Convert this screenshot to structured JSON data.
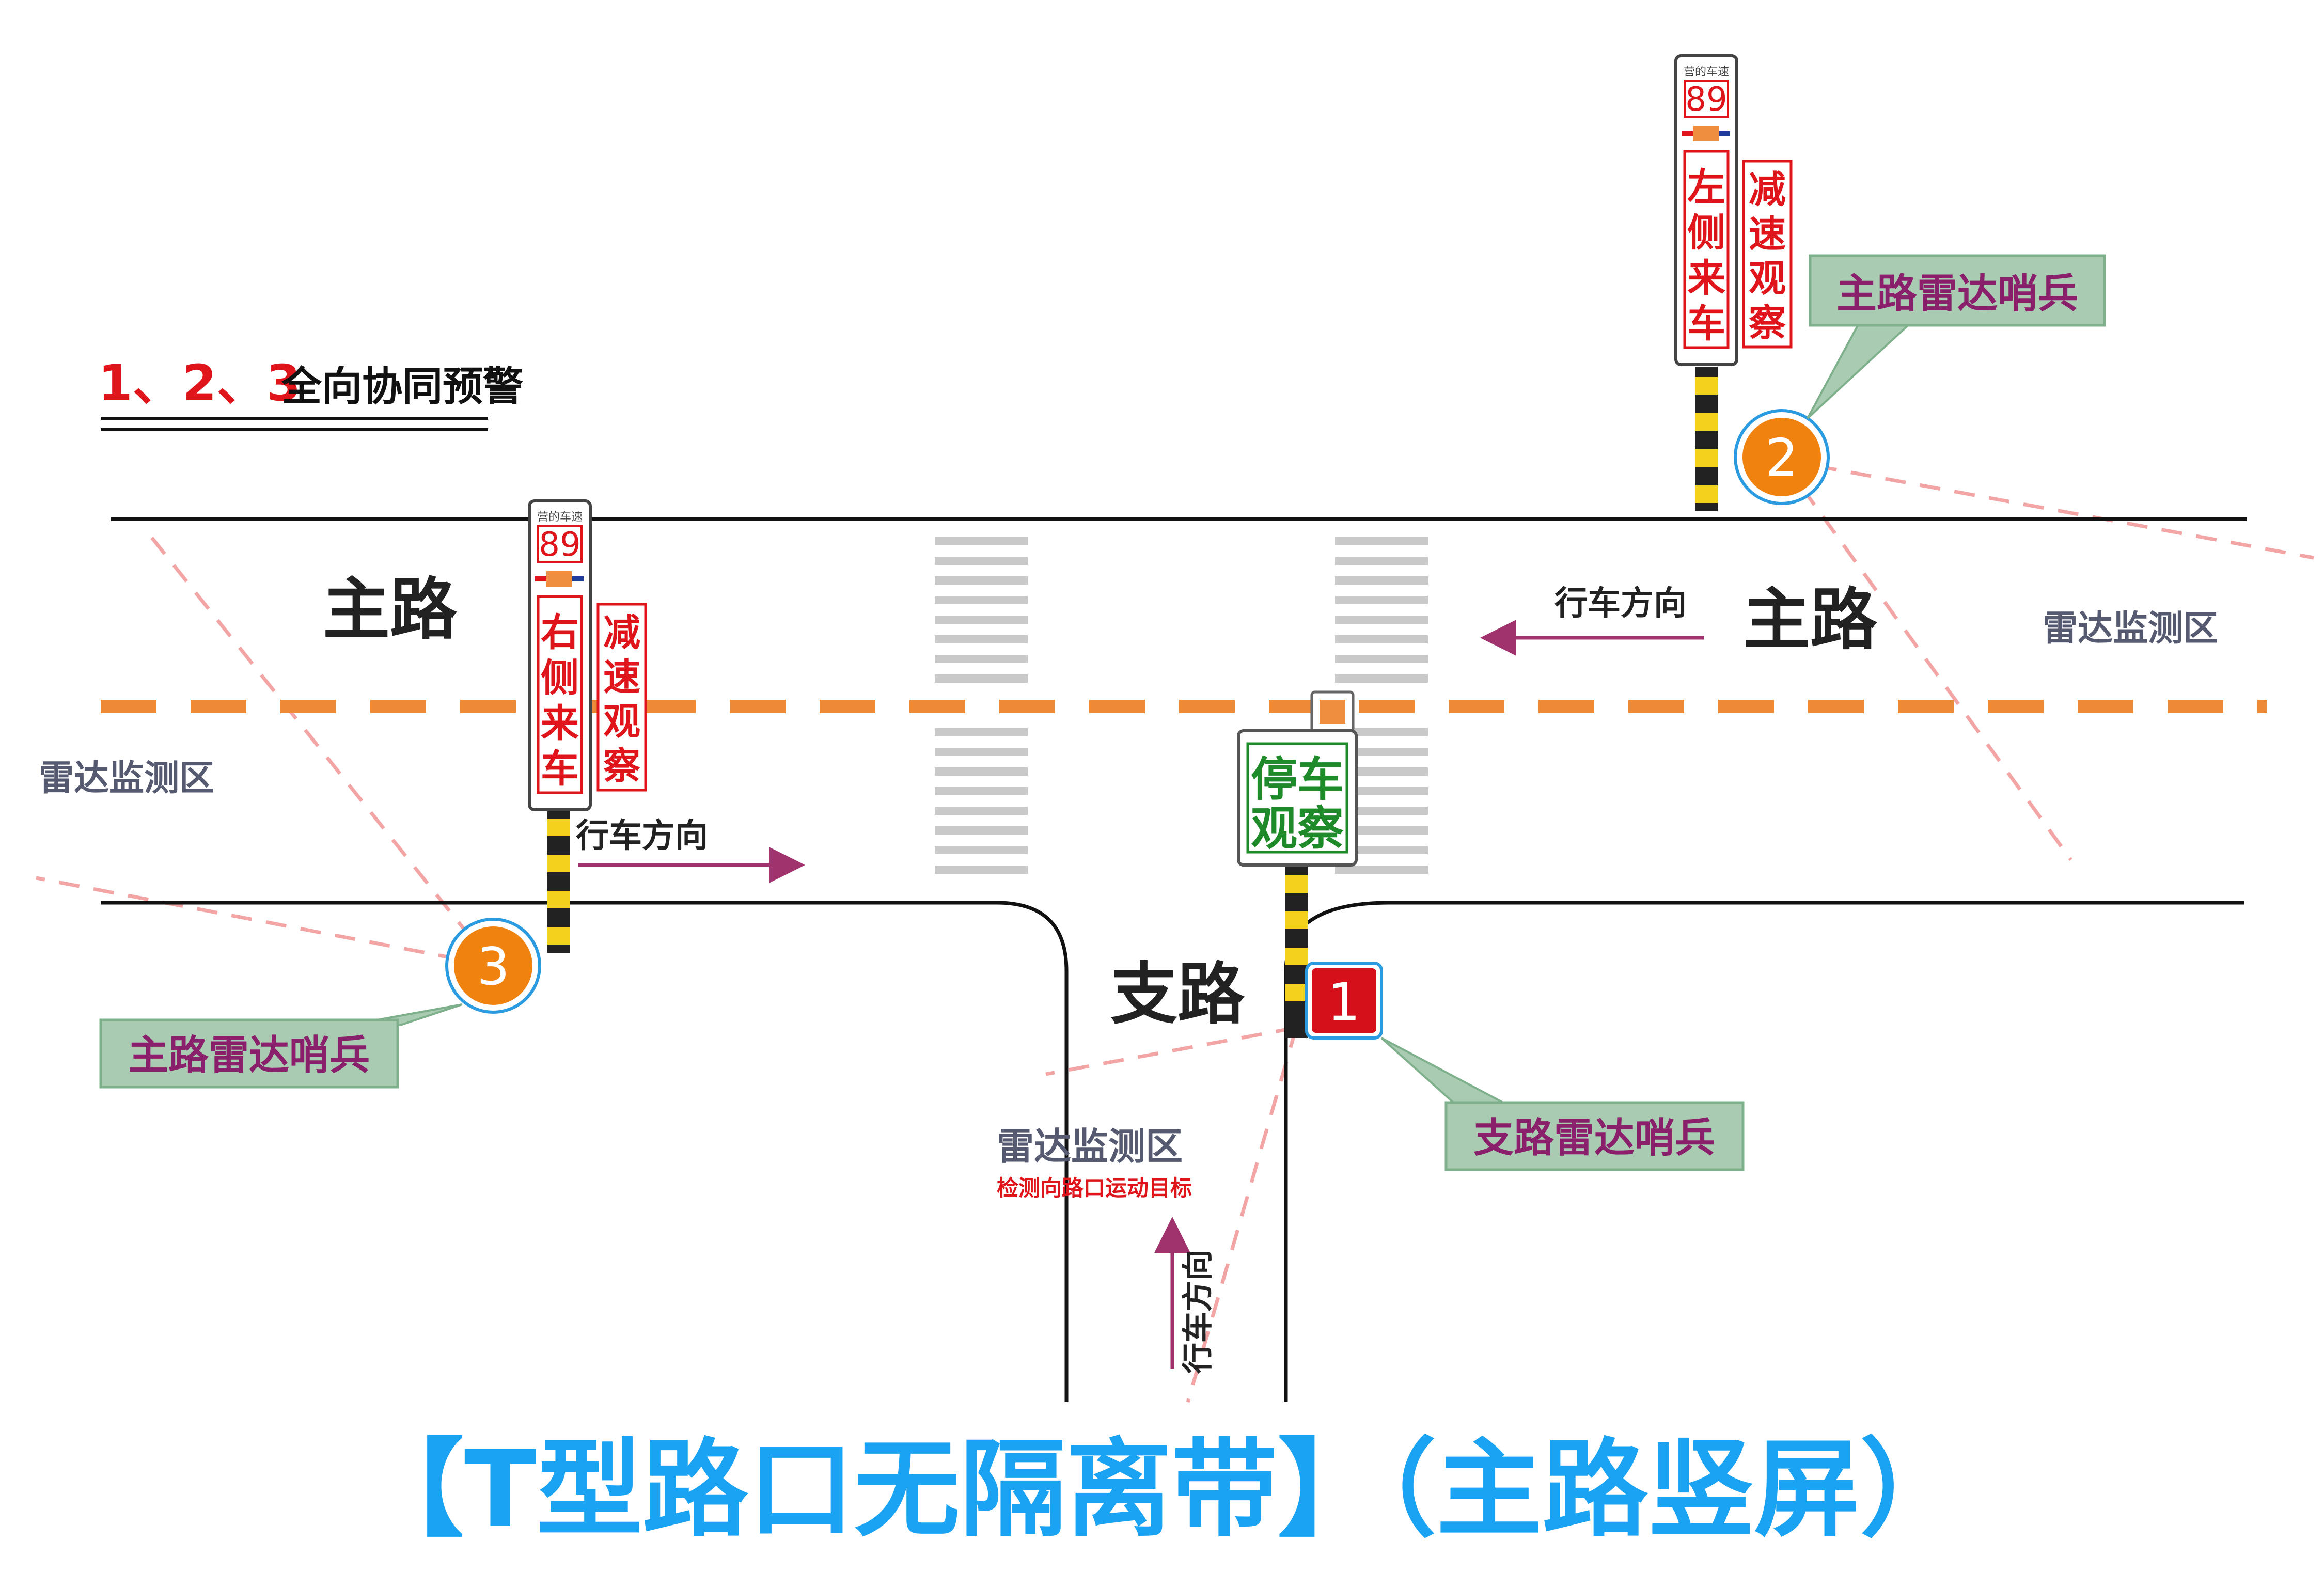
{
  "legend": {
    "numbers": "1、2、3",
    "text": "全向协同预警"
  },
  "roads": {
    "main_left": "主路",
    "main_right": "主路",
    "branch": "支路"
  },
  "direction_label": "行车方向",
  "radar_zone_label": "雷达监测区",
  "branch_zone_sub": "检测向路口运动目标",
  "main_sign": {
    "header": "营的车速",
    "speed": "89",
    "warn_left": "左侧来车",
    "warn_right": "右侧来车",
    "slow": "减速观察"
  },
  "branch_sign": {
    "line1": "停车",
    "line2": "观察"
  },
  "sentinels": {
    "s1": {
      "num": "1",
      "label": "支路雷达哨兵"
    },
    "s2": {
      "num": "2",
      "label": "主路雷达哨兵"
    },
    "s3": {
      "num": "3",
      "label": "主路雷达哨兵"
    }
  },
  "footer_title": "【T型路口无隔离带】（主路竖屏）",
  "colors": {
    "road_line": "#111111",
    "center_dash": "#ee8a35",
    "radar_dash": "#f3a5a5",
    "arrow": "#a0336e",
    "sign_red": "#e0141b",
    "sign_green": "#1f8a2a",
    "sentinel_orange": "#f0820f",
    "sentinel_red": "#d6101a",
    "callout_fill": "#a9cbb2",
    "label_purple": "#8a1f6b",
    "zone_text": "#555a70",
    "title_blue": "#1aa3f2"
  }
}
